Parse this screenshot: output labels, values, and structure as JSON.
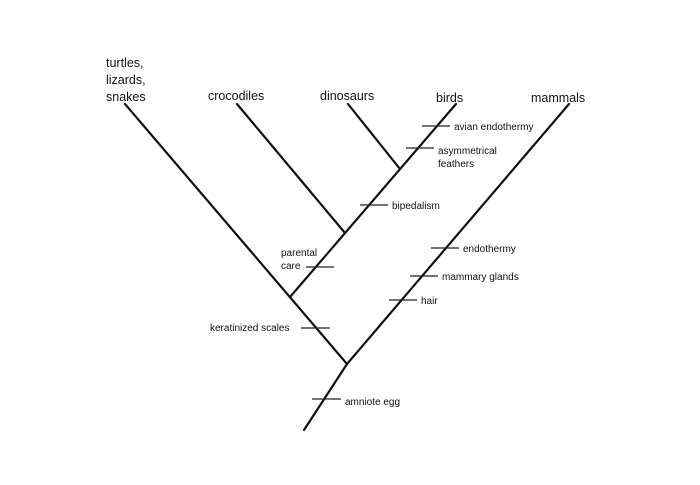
{
  "taxa": {
    "turtles": [
      "turtles,",
      "lizards,",
      "snakes"
    ],
    "crocodiles": "crocodiles",
    "dinosaurs": "dinosaurs",
    "birds": "birds",
    "mammals": "mammals"
  },
  "traits": {
    "avian_endothermy": "avian endothermy",
    "asymmetrical_feathers": [
      "asymmetrical",
      "feathers"
    ],
    "bipedalism": "bipedalism",
    "parental_care": [
      "parental",
      "care"
    ],
    "endothermy": "endothermy",
    "mammary_glands": "mammary glands",
    "hair": "hair",
    "keratinized_scales": "keratinized scales",
    "amniote_egg": "amniote egg"
  }
}
